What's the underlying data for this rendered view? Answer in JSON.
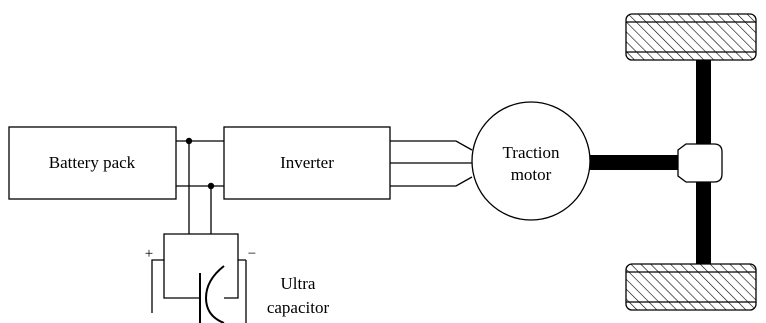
{
  "labels": {
    "battery": "Battery pack",
    "inverter": "Inverter",
    "motor_line1": "Traction",
    "motor_line2": "motor",
    "cap_line1": "Ultra",
    "cap_line2": "capacitor",
    "plus": "+",
    "minus": "−"
  },
  "colors": {
    "line": "#000000",
    "background": "#ffffff"
  }
}
